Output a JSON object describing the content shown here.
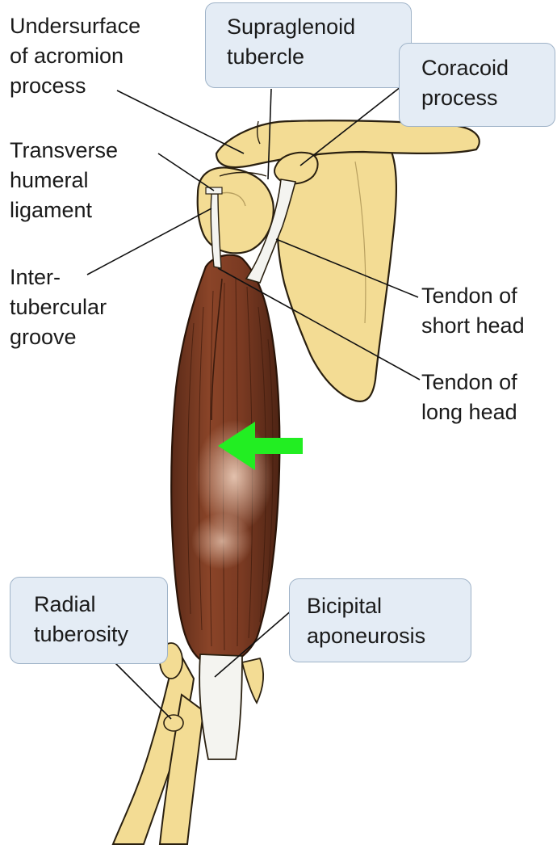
{
  "labels": {
    "acromion": [
      "Undersurface",
      "of acromion",
      "process"
    ],
    "transverse": [
      "Transverse",
      "humeral",
      "ligament"
    ],
    "groove": [
      "Inter-",
      "tubercular",
      "groove"
    ],
    "supraglenoid": [
      "Supraglenoid",
      "tubercle"
    ],
    "coracoid": [
      "Coracoid",
      "process"
    ],
    "short_head": [
      "Tendon of",
      "short head"
    ],
    "long_head": [
      "Tendon of",
      "long head"
    ],
    "radial": [
      "Radial",
      "tuberosity"
    ],
    "bicipital": [
      "Bicipital",
      "aponeurosis"
    ]
  },
  "colors": {
    "bone": "#f3dc94",
    "bone_outline": "#2a2010",
    "muscle": "#7a3a22",
    "muscle_light": "#c8866a",
    "tendon": "#f4f4f0",
    "callout_fill": "#e4ecf5",
    "callout_border": "#9fb3c8",
    "arrow": "#22ee22"
  },
  "arrow_icon": "green-left-arrow-icon"
}
